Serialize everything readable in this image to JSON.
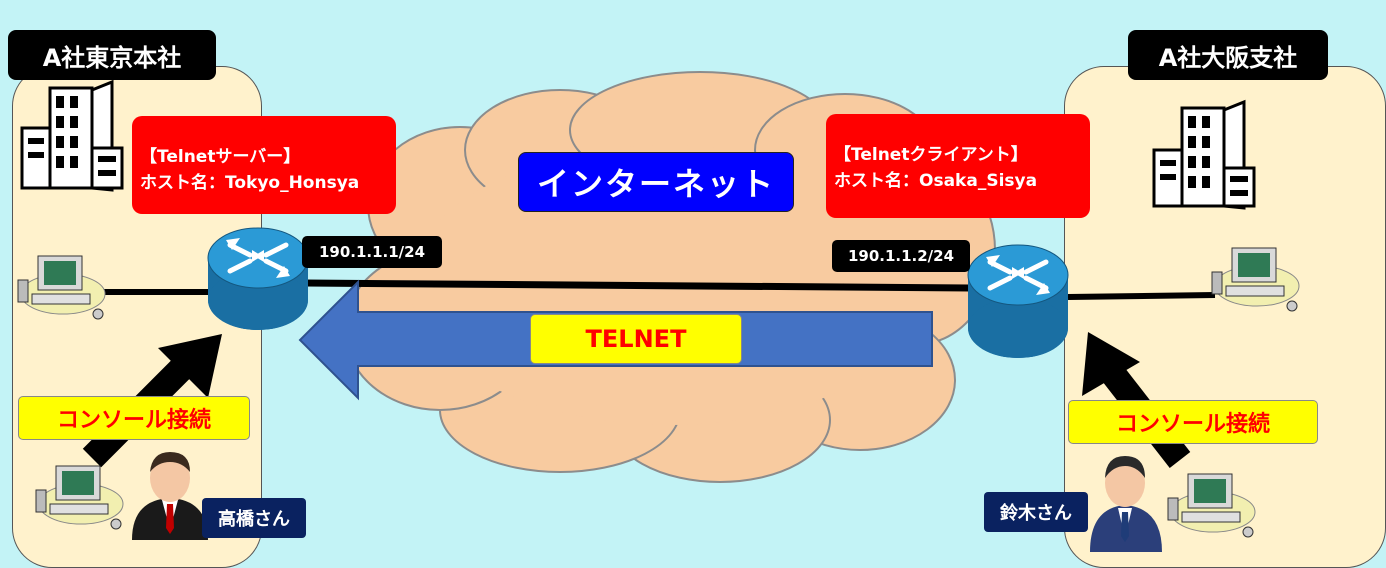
{
  "sites": {
    "tokyo": {
      "title": "A社東京本社",
      "role": "【Telnetサーバー】",
      "host": "ホスト名：Tokyo_Honsya",
      "ip": "190.1.1.1/24",
      "console": "コンソール接続",
      "person": "高橋さん"
    },
    "osaka": {
      "title": "A社大阪支社",
      "role": "【Telnetクライアント】",
      "host": "ホスト名：Osaka_Sisya",
      "ip": "190.1.1.2/24",
      "console": "コンソール接続",
      "person": "鈴木さん"
    }
  },
  "internet_label": "インターネット",
  "protocol_label": "TELNET",
  "colors": {
    "background": "#c3f3f6",
    "site_panel": "#fff2cc",
    "cloud": "#f8cba0",
    "arrow": "#4472c4",
    "router": "#2b8cc4",
    "red_box": "#ff0000",
    "yellow_box": "#ffff00",
    "internet_box": "#0000ff"
  },
  "icons": [
    "building-icon",
    "computer-icon",
    "router-icon",
    "person-icon",
    "console-arrow-icon"
  ]
}
